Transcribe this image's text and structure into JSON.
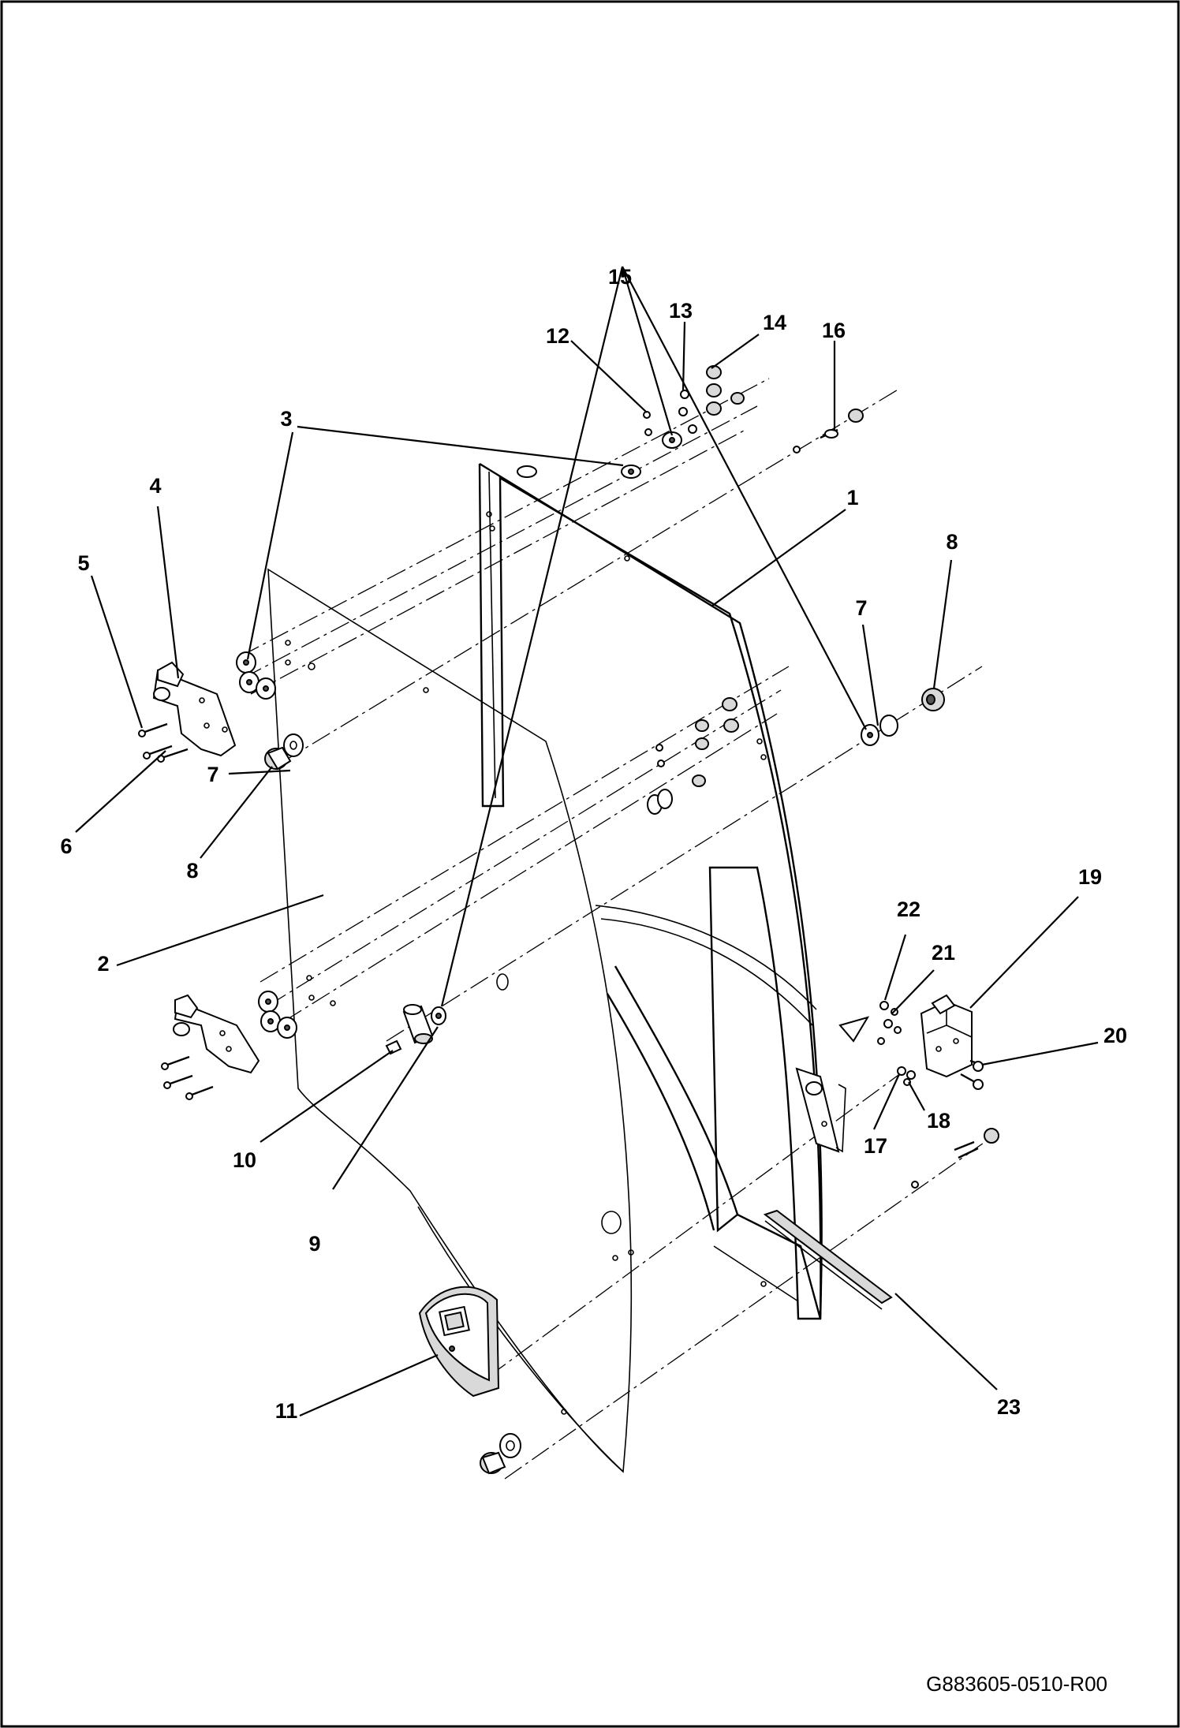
{
  "drawing": {
    "drawing_number": "G883605-0510-R00",
    "callouts": [
      {
        "id": "c1",
        "text": "1"
      },
      {
        "id": "c2",
        "text": "2"
      },
      {
        "id": "c3",
        "text": "3"
      },
      {
        "id": "c4",
        "text": "4"
      },
      {
        "id": "c5",
        "text": "5"
      },
      {
        "id": "c6",
        "text": "6"
      },
      {
        "id": "c7a",
        "text": "7"
      },
      {
        "id": "c7b",
        "text": "7"
      },
      {
        "id": "c8a",
        "text": "8"
      },
      {
        "id": "c8b",
        "text": "8"
      },
      {
        "id": "c9",
        "text": "9"
      },
      {
        "id": "c10",
        "text": "10"
      },
      {
        "id": "c11",
        "text": "11"
      },
      {
        "id": "c12",
        "text": "12"
      },
      {
        "id": "c13",
        "text": "13"
      },
      {
        "id": "c14",
        "text": "14"
      },
      {
        "id": "c15",
        "text": "15"
      },
      {
        "id": "c16",
        "text": "16"
      },
      {
        "id": "c17",
        "text": "17"
      },
      {
        "id": "c18",
        "text": "18"
      },
      {
        "id": "c19",
        "text": "19"
      },
      {
        "id": "c20",
        "text": "20"
      },
      {
        "id": "c21",
        "text": "21"
      },
      {
        "id": "c22",
        "text": "22"
      },
      {
        "id": "c23",
        "text": "23"
      }
    ]
  }
}
